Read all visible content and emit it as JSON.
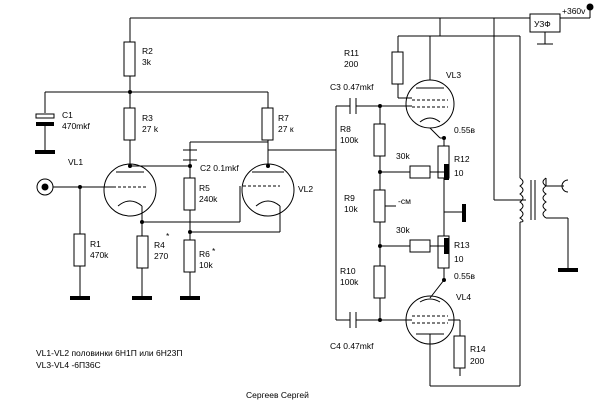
{
  "labels": {
    "supply": "+360v",
    "uzf": "УЗФ",
    "r2": "R2",
    "r2v": "3k",
    "r3": "R3",
    "r3v": "27 k",
    "c1": "C1",
    "c1v": "470mkf",
    "vl1": "VL1",
    "r1": "R1",
    "r1v": "470k",
    "c2": "C2 0.1mkf",
    "r5": "R5",
    "r5v": "240k",
    "r4": "R4",
    "r4v": "270",
    "r4star": "*",
    "r6": "R6",
    "r6v": "10k",
    "r6star": "*",
    "r7": "R7",
    "r7v": "27 к",
    "vl2": "VL2",
    "r11": "R11",
    "r11v": "200",
    "c3": "C3  0.47mkf",
    "vl3": "VL3",
    "r8": "R8",
    "r8v": "100k",
    "v055a": "0.55в",
    "r12": "R12",
    "r12v": "10",
    "p30a": "30k",
    "r9": "R9",
    "r9v": "10k",
    "cm": "-см",
    "p30b": "30k",
    "r13": "R13",
    "r13v": "10",
    "v055b": "0.55в",
    "r10": "R10",
    "r10v": "100k",
    "vl4": "VL4",
    "c4": "C4  0.47mkf",
    "r14": "R14",
    "r14v": "200"
  },
  "notes": {
    "line1": "VL1-VL2 половинки 6Н1П или 6Н23П",
    "line2": "VL3-VL4  -6П36С",
    "author": "Сергеев Сергей"
  }
}
